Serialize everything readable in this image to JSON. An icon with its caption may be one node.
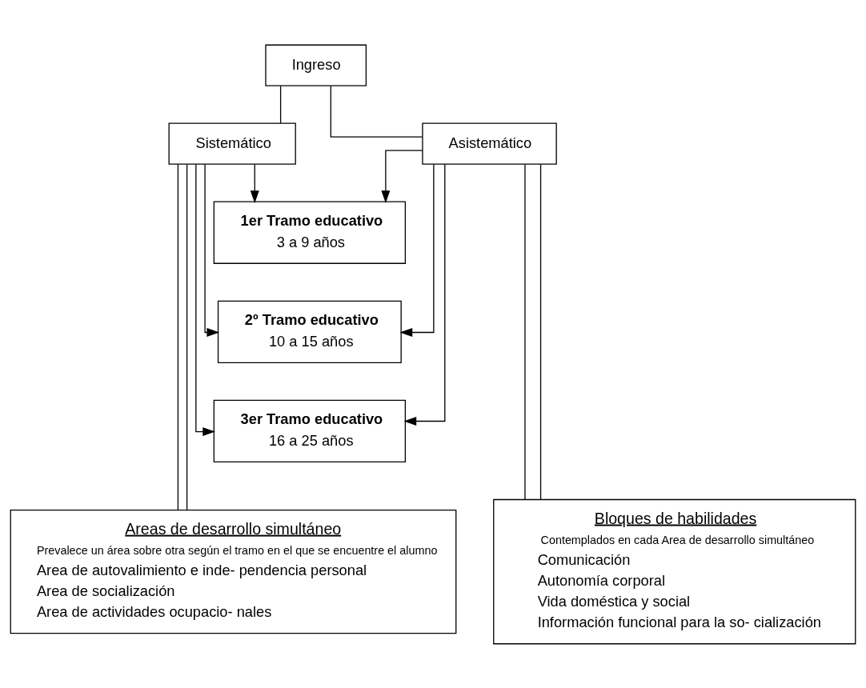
{
  "diagram": {
    "nodes": [
      {
        "text": [
          "Ingreso"
        ]
      },
      {
        "text": [
          "Sistemático"
        ]
      },
      {
        "text": [
          "Asistemático"
        ]
      },
      {
        "text": [
          "1er Tramo educativo",
          "3 a 9 años"
        ]
      },
      {
        "text": [
          "2º Tramo educativo",
          "10 a 15 años"
        ]
      },
      {
        "text": [
          "3er Tramo educativo",
          "16 a 25 años"
        ]
      },
      {
        "text": [
          "Areas de desarrollo simultáneo",
          "Prevalece un área sobre otra según el tramo en el que se encuentre el alumno",
          "Area de autovalimiento e inde- pendencia personal",
          "Area de socialización",
          "Area de actividades ocupacio- nales"
        ]
      },
      {
        "text": [
          "Bloques de habilidades",
          "Contemplados en cada Area de desarrollo simultáneo",
          "Comunicación",
          "Autonomía corporal",
          "Vida doméstica y social",
          "Información funcional para la so- cialización"
        ]
      }
    ],
    "edges": [
      {
        "from": 0,
        "to": 1,
        "arrow": "none"
      },
      {
        "from": 0,
        "to": 2,
        "arrow": "none"
      },
      {
        "from": 1,
        "to": 3,
        "arrow": "to"
      },
      {
        "from": 1,
        "to": 4,
        "arrow": "to"
      },
      {
        "from": 1,
        "to": 5,
        "arrow": "to"
      },
      {
        "from": 2,
        "to": 3,
        "arrow": "to"
      },
      {
        "from": 2,
        "to": 4,
        "arrow": "to"
      },
      {
        "from": 2,
        "to": 5,
        "arrow": "to"
      },
      {
        "from": 1,
        "to": 6,
        "arrow": "none"
      },
      {
        "from": 1,
        "to": 6,
        "arrow": "none"
      },
      {
        "from": 2,
        "to": 7,
        "arrow": "none"
      },
      {
        "from": 2,
        "to": 7,
        "arrow": "none"
      }
    ]
  }
}
